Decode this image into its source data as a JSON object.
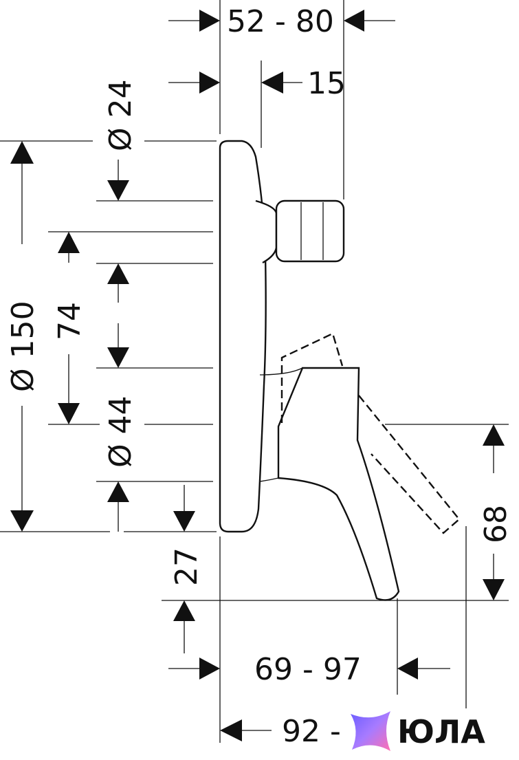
{
  "dimensions": {
    "d_52_80": "52 - 80",
    "d_15": "15",
    "d_24": "Ø 24",
    "d_150": "Ø 150",
    "d_74": "74",
    "d_44": "Ø 44",
    "d_27": "27",
    "d_68": "68",
    "d_69_97": "69 - 97",
    "d_92": "92 -"
  },
  "logo": {
    "text": "ЮЛА",
    "gradient_start": "#6a5cff",
    "gradient_end": "#ff6fb1"
  },
  "colors": {
    "line": "#111111",
    "background": "#ffffff"
  }
}
